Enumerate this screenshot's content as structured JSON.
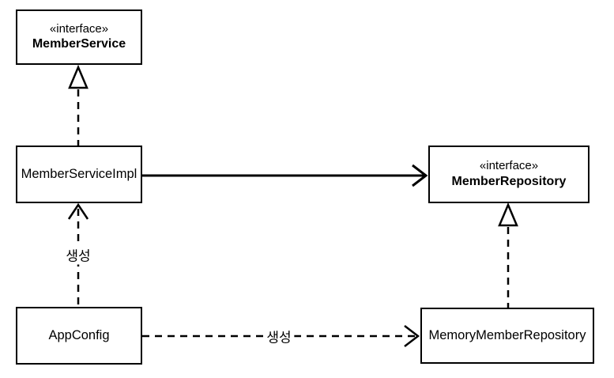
{
  "diagram": {
    "kind": "uml-class-diagram",
    "colors": {
      "background": "#ffffff",
      "stroke": "#000000",
      "text": "#000000"
    },
    "nodes": {
      "member_service": {
        "stereotype": "«interface»",
        "name": "MemberService"
      },
      "member_service_impl": {
        "name": "MemberServiceImpl"
      },
      "member_repository": {
        "stereotype": "«interface»",
        "name": "MemberRepository"
      },
      "app_config": {
        "name": "AppConfig"
      },
      "memory_member_repository": {
        "name": "MemoryMemberRepository"
      }
    },
    "edges": {
      "impl_realizes_service": {
        "from": "MemberServiceImpl",
        "to": "MemberService",
        "relation": "realization",
        "line": "dashed",
        "arrowhead": "hollow-triangle"
      },
      "impl_uses_repository": {
        "from": "MemberServiceImpl",
        "to": "MemberRepository",
        "relation": "association",
        "line": "solid",
        "arrowhead": "open"
      },
      "appconfig_creates_impl": {
        "from": "AppConfig",
        "to": "MemberServiceImpl",
        "relation": "dependency",
        "line": "dashed",
        "arrowhead": "open",
        "label": "생성"
      },
      "appconfig_creates_memory_repository": {
        "from": "AppConfig",
        "to": "MemoryMemberRepository",
        "relation": "dependency",
        "line": "dashed",
        "arrowhead": "open",
        "label": "생성"
      },
      "memory_repository_realizes_repository": {
        "from": "MemoryMemberRepository",
        "to": "MemberRepository",
        "relation": "realization",
        "line": "dashed",
        "arrowhead": "hollow-triangle"
      }
    }
  }
}
